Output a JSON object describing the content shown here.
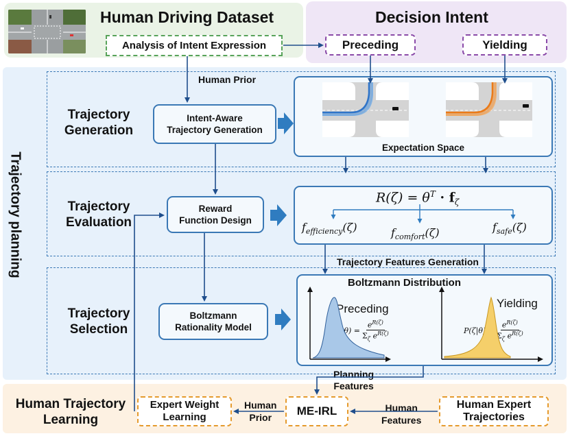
{
  "header": {
    "dataset_title": "Human Driving Dataset",
    "intent_title": "Decision Intent",
    "analysis_label": "Analysis of Intent Expression",
    "preceding_label": "Preceding",
    "yielding_label": "Yielding"
  },
  "planning": {
    "side_label": "Trajectory planning",
    "human_prior_label": "Human Prior",
    "generation": {
      "section_label_1": "Trajectory",
      "section_label_2": "Generation",
      "node_line_1": "Intent-Aware",
      "node_line_2": "Trajectory Generation",
      "space_label": "Expectation Space"
    },
    "evaluation": {
      "section_label_1": "Trajectory",
      "section_label_2": "Evaluation",
      "node_line_1": "Reward",
      "node_line_2": "Function Design",
      "reward_formula": "R(ζ) = θ",
      "reward_sup": "T",
      "reward_rest": " · f",
      "reward_sub": "ζ",
      "f_efficiency": "f",
      "f_efficiency_sub": "efficiency",
      "f_efficiency_arg": "(ζ)",
      "f_comfort": "f",
      "f_comfort_sub": "comfort",
      "f_comfort_arg": "(ζ)",
      "f_safe": "f",
      "f_safe_sub": "safe",
      "f_safe_arg": "(ζ)",
      "features_label": "Trajectory Features Generation"
    },
    "selection": {
      "section_label_1": "Trajectory",
      "section_label_2": "Selection",
      "node_line_1": "Boltzmann",
      "node_line_2": "Rationality Model",
      "dist_title": "Boltzmann Distribution",
      "left_dist_label": "Preceding",
      "right_dist_label": "Yielding",
      "prob_lhs": "P(ζ|θ) =",
      "prob_num": "e",
      "prob_num_sup": "R(ζ)",
      "prob_den": "Σ",
      "prob_den_sub": "ζ",
      "prob_den_e": " e",
      "prob_den_sup": "R(ζ)"
    }
  },
  "learning": {
    "section_label_1": "Human Trajectory",
    "section_label_2": "Learning",
    "planning_features_1": "Planning",
    "planning_features_2": "Features",
    "expert_weight_1": "Expert Weight",
    "expert_weight_2": "Learning",
    "human_prior_1": "Human",
    "human_prior_2": "Prior",
    "me_irl": "ME-IRL",
    "human_features_1": "Human",
    "human_features_2": "Features",
    "expert_traj_1": "Human Expert",
    "expert_traj_2": "Trajectories"
  },
  "colors": {
    "node_border": "#3a78b5",
    "arrow_blue": "#1f4e8c",
    "fat_arrow": "#2f7cc0",
    "green_dash": "#58a35a",
    "purple_dash": "#8a4aa8",
    "orange_dash": "#e59a2c",
    "preceding_fill": "#a9c8e8",
    "yielding_fill": "#f5cf6a"
  }
}
